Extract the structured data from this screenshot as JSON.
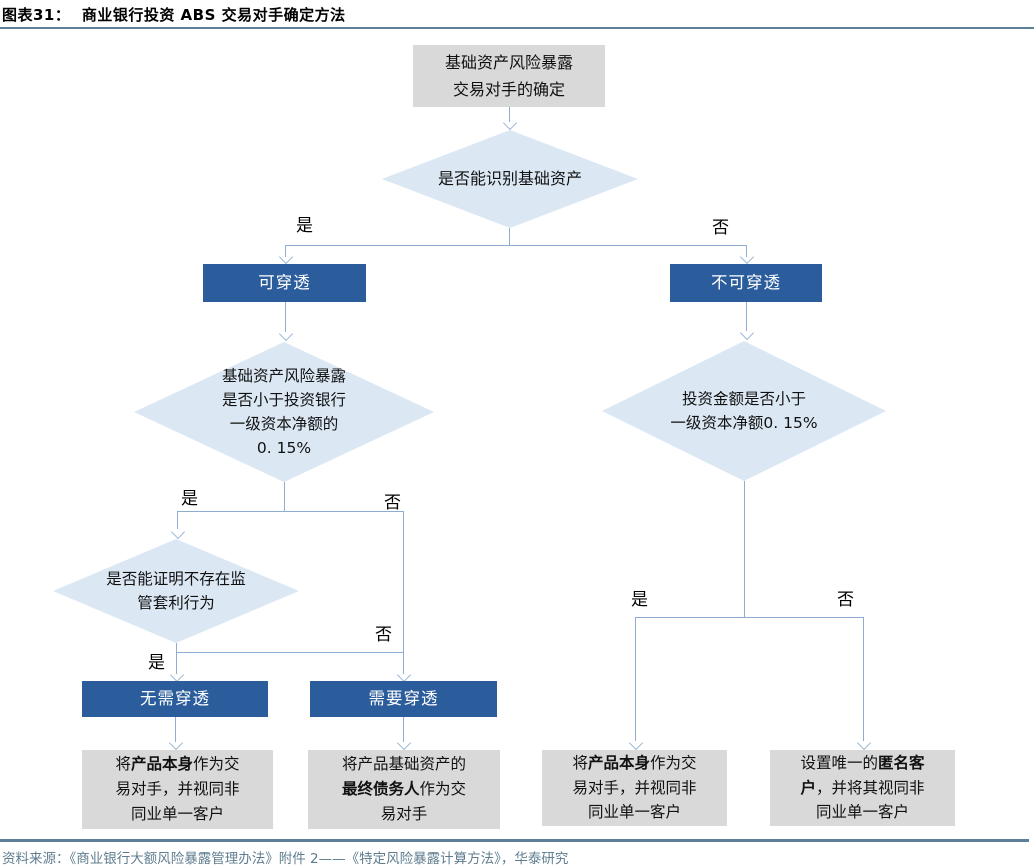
{
  "figure": {
    "title": "图表31：  商业银行投资 ABS 交易对手确定方法",
    "source": "资料来源：《商业银行大额风险暴露管理办法》附件 2——《特定风险暴露计算方法》，华泰研究"
  },
  "labels": {
    "yes": "是",
    "no": "否"
  },
  "nodes": {
    "start": {
      "text": "基础资产风险暴露\n交易对手的确定"
    },
    "q_identify": {
      "text": "是否能识别基础资产"
    },
    "act_penetrable": {
      "text": "可穿透"
    },
    "act_not_penetrable": {
      "text": "不可穿透"
    },
    "q_exposure": {
      "text": "基础资产风险暴露\n是否小于投资银行\n一级资本净额的\n0. 15%"
    },
    "q_arbitrage": {
      "text": "是否能证明不存在监\n管套利行为"
    },
    "q_amount": {
      "text": "投资金额是否小于\n一级资本净额0. 15%"
    },
    "act_no_need": {
      "text": "无需穿透"
    },
    "act_need": {
      "text": "需要穿透"
    },
    "result_product_a": {
      "lines": [
        [
          [
            "将",
            0
          ],
          [
            "产品本身",
            1
          ],
          [
            "作为交",
            0
          ]
        ],
        [
          [
            "易对手，并视同非",
            0
          ]
        ],
        [
          [
            "同业单一客户",
            0
          ]
        ]
      ]
    },
    "result_debtor": {
      "lines": [
        [
          [
            "将产品基础资产的",
            0
          ]
        ],
        [
          [
            "最终债务人",
            1
          ],
          [
            "作为交",
            0
          ]
        ],
        [
          [
            "易对手",
            0
          ]
        ]
      ]
    },
    "result_product_b": {
      "lines": [
        [
          [
            "将",
            0
          ],
          [
            "产品本身",
            1
          ],
          [
            "作为交",
            0
          ]
        ],
        [
          [
            "易对手，并视同非",
            0
          ]
        ],
        [
          [
            "同业单一客户",
            0
          ]
        ]
      ]
    },
    "result_anonymous": {
      "lines": [
        [
          [
            "设置唯一的",
            0
          ],
          [
            "匿名客",
            1
          ]
        ],
        [
          [
            "户",
            1
          ],
          [
            "，并将其视同非",
            0
          ]
        ],
        [
          [
            "同业单一客户",
            0
          ]
        ]
      ]
    }
  },
  "edges": [
    {
      "from": "start",
      "to": "q_identify",
      "label": ""
    },
    {
      "from": "q_identify",
      "to": "act_penetrable",
      "label": "是"
    },
    {
      "from": "q_identify",
      "to": "act_not_penetrable",
      "label": "否"
    },
    {
      "from": "act_penetrable",
      "to": "q_exposure",
      "label": ""
    },
    {
      "from": "q_exposure",
      "to": "q_arbitrage",
      "label": "是"
    },
    {
      "from": "q_exposure",
      "to": "act_need",
      "label": "否"
    },
    {
      "from": "q_arbitrage",
      "to": "act_no_need",
      "label": "是"
    },
    {
      "from": "q_arbitrage",
      "to": "act_need",
      "label": "否"
    },
    {
      "from": "act_no_need",
      "to": "result_product_a",
      "label": ""
    },
    {
      "from": "act_need",
      "to": "result_debtor",
      "label": ""
    },
    {
      "from": "act_not_penetrable",
      "to": "q_amount",
      "label": ""
    },
    {
      "from": "q_amount",
      "to": "result_product_b",
      "label": "是"
    },
    {
      "from": "q_amount",
      "to": "result_anonymous",
      "label": "否"
    }
  ],
  "colors": {
    "action_blue": "#2b5c9c",
    "diamond_fill": "#dbe8f4",
    "gray_fill": "#d9d9d9",
    "connector": "#8fadd0",
    "rule": "#5e7f98",
    "source_text": "#5f7d8f"
  }
}
